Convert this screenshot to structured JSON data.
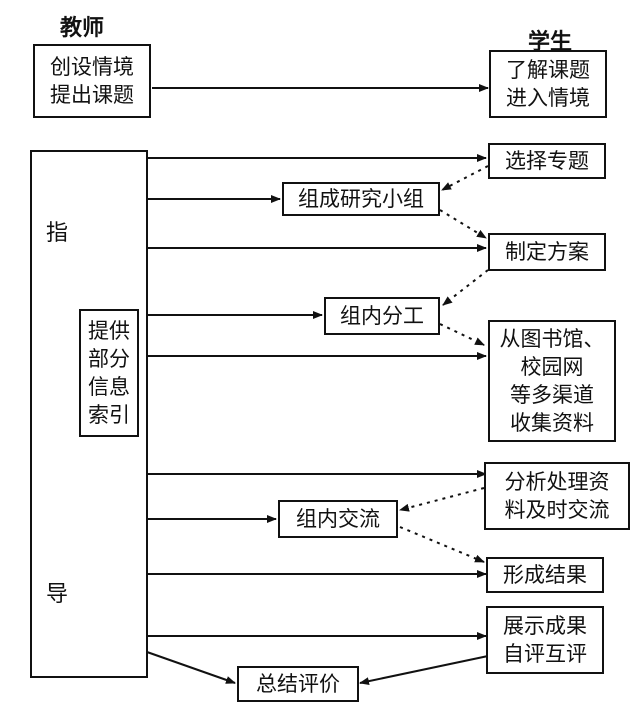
{
  "headers": {
    "teacher": "教师",
    "student": "学生"
  },
  "teacher_start": {
    "lines": [
      "创设情境",
      "提出课题"
    ]
  },
  "student_start": {
    "lines": [
      "了解课题",
      "进入情境"
    ]
  },
  "guide_chars": {
    "top": "指",
    "bottom": "导"
  },
  "info_index": {
    "lines": [
      "提供",
      "部分",
      "信息",
      "索引"
    ]
  },
  "student_steps": [
    {
      "lines": [
        "选择专题"
      ]
    },
    {
      "lines": [
        "制定方案"
      ]
    },
    {
      "lines": [
        "从图书馆、",
        "校园网",
        "等多渠道",
        "收集资料"
      ]
    },
    {
      "lines": [
        "分析处理资",
        "料及时交流"
      ]
    },
    {
      "lines": [
        "形成结果"
      ]
    },
    {
      "lines": [
        "展示成果",
        "自评互评"
      ]
    }
  ],
  "group_steps": [
    {
      "lines": [
        "组成研究小组"
      ]
    },
    {
      "lines": [
        "组内分工"
      ]
    },
    {
      "lines": [
        "组内交流"
      ]
    }
  ],
  "summary": {
    "lines": [
      "总结评价"
    ]
  },
  "caption": "",
  "colors": {
    "stroke": "#111111",
    "background": "#ffffff"
  }
}
